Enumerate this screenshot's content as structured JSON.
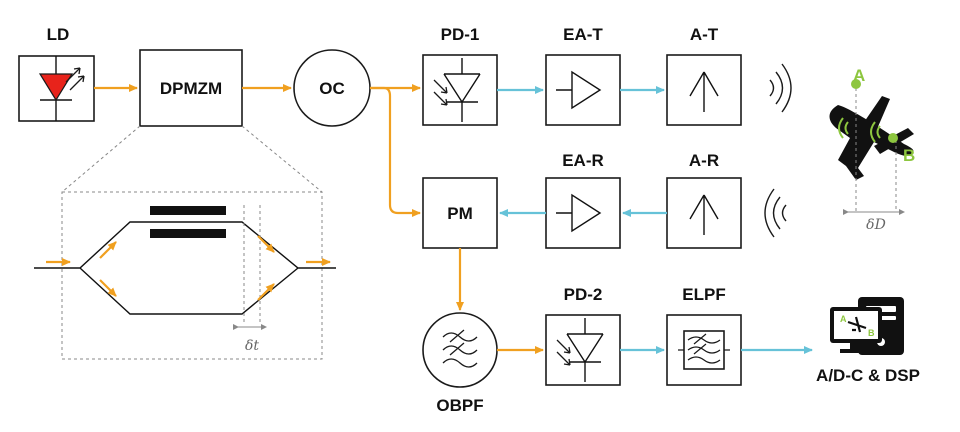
{
  "blocks": {
    "ld": "LD",
    "dpmzm": "DPMZM",
    "oc": "OC",
    "pd1": "PD-1",
    "eat": "EA-T",
    "at": "A-T",
    "ear": "EA-R",
    "ar": "A-R",
    "pm": "PM",
    "obpf": "OBPF",
    "pd2": "PD-2",
    "elpf": "ELPF",
    "adc": "A/D-C & DSP"
  },
  "target": {
    "point_a": "A",
    "point_b": "B",
    "delta_d": "δD"
  },
  "inset": {
    "delta_t": "δt"
  },
  "monitor": {
    "label_a": "A",
    "label_b": "B"
  },
  "colors": {
    "optical": "#f0a020",
    "electrical": "#66c2d8",
    "laser": "#e8231b",
    "target_points": "#8dc63f"
  }
}
